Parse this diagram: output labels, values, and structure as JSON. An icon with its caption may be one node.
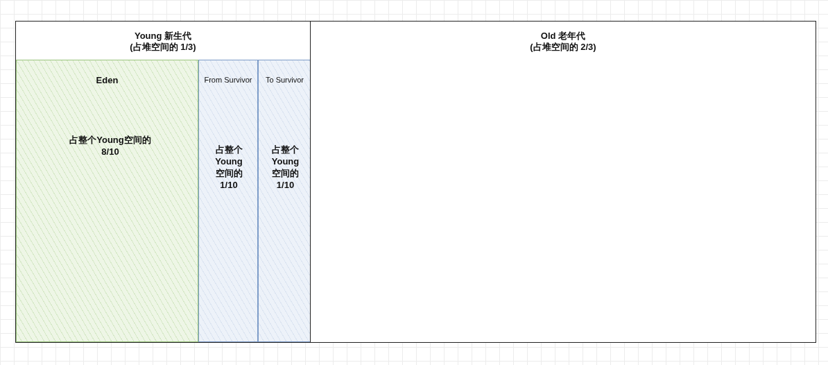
{
  "diagram": {
    "nodes": [
      {
        "text": [
          "Young 新生代",
          "(占堆空间的 1/3)"
        ]
      },
      {
        "text": [
          "Eden",
          "占整个Young空间的 8/10"
        ],
        "in": 0
      },
      {
        "text": [
          "From Survivor",
          "占整个Young空间的 1/10"
        ],
        "in": 0
      },
      {
        "text": [
          "To Survivor",
          "占整个Young空间的 1/10"
        ],
        "in": 0
      },
      {
        "text": [
          "Old 老年代",
          "(占堆空间的 2/3)"
        ]
      }
    ],
    "edges": []
  }
}
